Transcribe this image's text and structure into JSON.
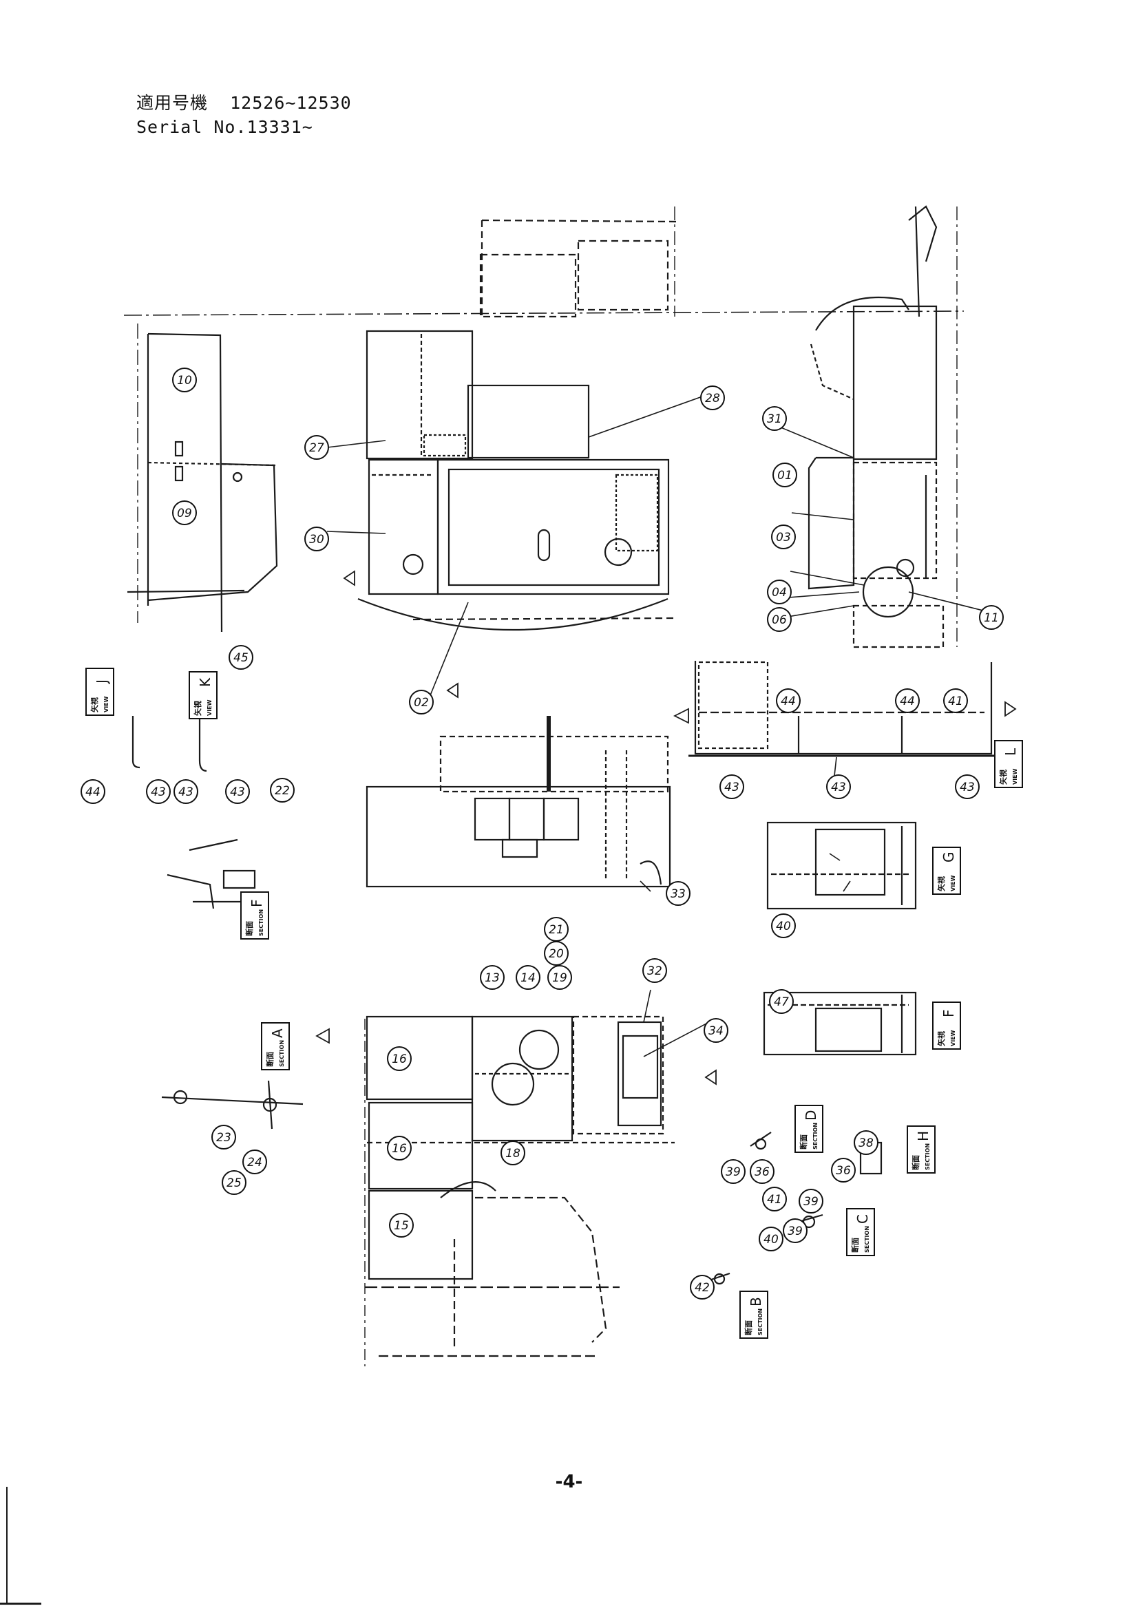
{
  "header": {
    "applicable_label": "適用号機",
    "applicable_range": "12526~12530",
    "serial": "Serial No.13331~"
  },
  "page_number": "-4-",
  "callouts": [
    {
      "id": "c10",
      "label": "10"
    },
    {
      "id": "c09",
      "label": "09"
    },
    {
      "id": "c27",
      "label": "27"
    },
    {
      "id": "c28",
      "label": "28"
    },
    {
      "id": "c30",
      "label": "30"
    },
    {
      "id": "c02",
      "label": "02"
    },
    {
      "id": "c31",
      "label": "31"
    },
    {
      "id": "c01",
      "label": "01"
    },
    {
      "id": "c03",
      "label": "03"
    },
    {
      "id": "c04",
      "label": "04"
    },
    {
      "id": "c06",
      "label": "06"
    },
    {
      "id": "c11",
      "label": "11"
    },
    {
      "id": "c45",
      "label": "45"
    },
    {
      "id": "c44a",
      "label": "44"
    },
    {
      "id": "c43a",
      "label": "43"
    },
    {
      "id": "c43b",
      "label": "43"
    },
    {
      "id": "c43c",
      "label": "43"
    },
    {
      "id": "c22",
      "label": "22"
    },
    {
      "id": "c44b",
      "label": "44"
    },
    {
      "id": "c44c",
      "label": "44"
    },
    {
      "id": "c41a",
      "label": "41"
    },
    {
      "id": "c43d",
      "label": "43"
    },
    {
      "id": "c43e",
      "label": "43"
    },
    {
      "id": "c43f",
      "label": "43"
    },
    {
      "id": "c33",
      "label": "33"
    },
    {
      "id": "c40a",
      "label": "40"
    },
    {
      "id": "c47",
      "label": "47"
    },
    {
      "id": "c13",
      "label": "13"
    },
    {
      "id": "c14",
      "label": "14"
    },
    {
      "id": "c19",
      "label": "19"
    },
    {
      "id": "c20",
      "label": "20"
    },
    {
      "id": "c21",
      "label": "21"
    },
    {
      "id": "c32",
      "label": "32"
    },
    {
      "id": "c34",
      "label": "34"
    },
    {
      "id": "c16a",
      "label": "16"
    },
    {
      "id": "c16b",
      "label": "16"
    },
    {
      "id": "c18",
      "label": "18"
    },
    {
      "id": "c15",
      "label": "15"
    },
    {
      "id": "c25",
      "label": "25"
    },
    {
      "id": "c24",
      "label": "24"
    },
    {
      "id": "c23",
      "label": "23"
    },
    {
      "id": "c39a",
      "label": "39"
    },
    {
      "id": "c36a",
      "label": "36"
    },
    {
      "id": "c41b",
      "label": "41"
    },
    {
      "id": "c38",
      "label": "38"
    },
    {
      "id": "c36b",
      "label": "36"
    },
    {
      "id": "c39b",
      "label": "39"
    },
    {
      "id": "c40b",
      "label": "40"
    },
    {
      "id": "c39c",
      "label": "39"
    },
    {
      "id": "c42",
      "label": "42"
    }
  ],
  "view_labels": [
    {
      "id": "vJ",
      "jp": "矢視",
      "en": "VIEW",
      "letter": "J"
    },
    {
      "id": "vK",
      "jp": "矢視",
      "en": "VIEW",
      "letter": "K"
    },
    {
      "id": "vL",
      "jp": "矢視",
      "en": "VIEW",
      "letter": "L"
    },
    {
      "id": "vG",
      "jp": "矢視",
      "en": "VIEW",
      "letter": "G"
    },
    {
      "id": "vFv",
      "jp": "矢視",
      "en": "VIEW",
      "letter": "F"
    },
    {
      "id": "sF",
      "jp": "断面",
      "en": "SECTION",
      "letter": "F"
    },
    {
      "id": "sA",
      "jp": "断面",
      "en": "SECTION",
      "letter": "A"
    },
    {
      "id": "sD",
      "jp": "断面",
      "en": "SECTION",
      "letter": "D"
    },
    {
      "id": "sH",
      "jp": "断面",
      "en": "SECTION",
      "letter": "H"
    },
    {
      "id": "sC",
      "jp": "断面",
      "en": "SECTION",
      "letter": "C"
    },
    {
      "id": "sB",
      "jp": "断面",
      "en": "SECTION",
      "letter": "B"
    }
  ]
}
